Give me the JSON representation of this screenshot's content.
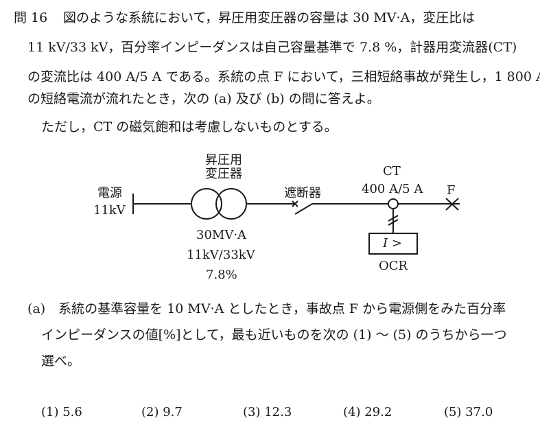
{
  "problem": {
    "label": "問 16",
    "lines": [
      "図のような系統において，昇圧用変圧器の容量は 30 MV·A，変圧比は",
      "11 kV/33 kV，百分率インピーダンスは自己容量基準で 7.8 %，計器用変流器(CT)",
      "の変流比は 400 A/5 A である。系統の点 F において，三相短絡事故が発生し，1 800 A",
      "の短絡電流が流れたとき，次の (a) 及び (b) の問に答えよ。",
      "ただし，CT の磁気飽和は考慮しないものとする。"
    ]
  },
  "diagram": {
    "source_label": "電源",
    "source_voltage": "11kV",
    "transformer_label_1": "昇圧用",
    "transformer_label_2": "変圧器",
    "transformer_capacity": "30MV·A",
    "transformer_ratio": "11kV/33kV",
    "transformer_impedance": "7.8%",
    "breaker_label": "遮断器",
    "ct_label": "CT",
    "ct_ratio": "400 A/5 A",
    "fault_label": "F",
    "relay_symbol": "I >",
    "relay_label": "OCR"
  },
  "question_a": {
    "lines": [
      "(a)　系統の基準容量を 10 MV·A としたとき，事故点 F から電源側をみた百分率",
      "インピーダンスの値[%]として，最も近いものを次の (1) 〜 (5) のうちから一つ",
      "選べ。"
    ],
    "choices": [
      "(1)  5.6",
      "(2)  9.7",
      "(3)  12.3",
      "(4)  29.2",
      "(5)  37.0"
    ]
  }
}
